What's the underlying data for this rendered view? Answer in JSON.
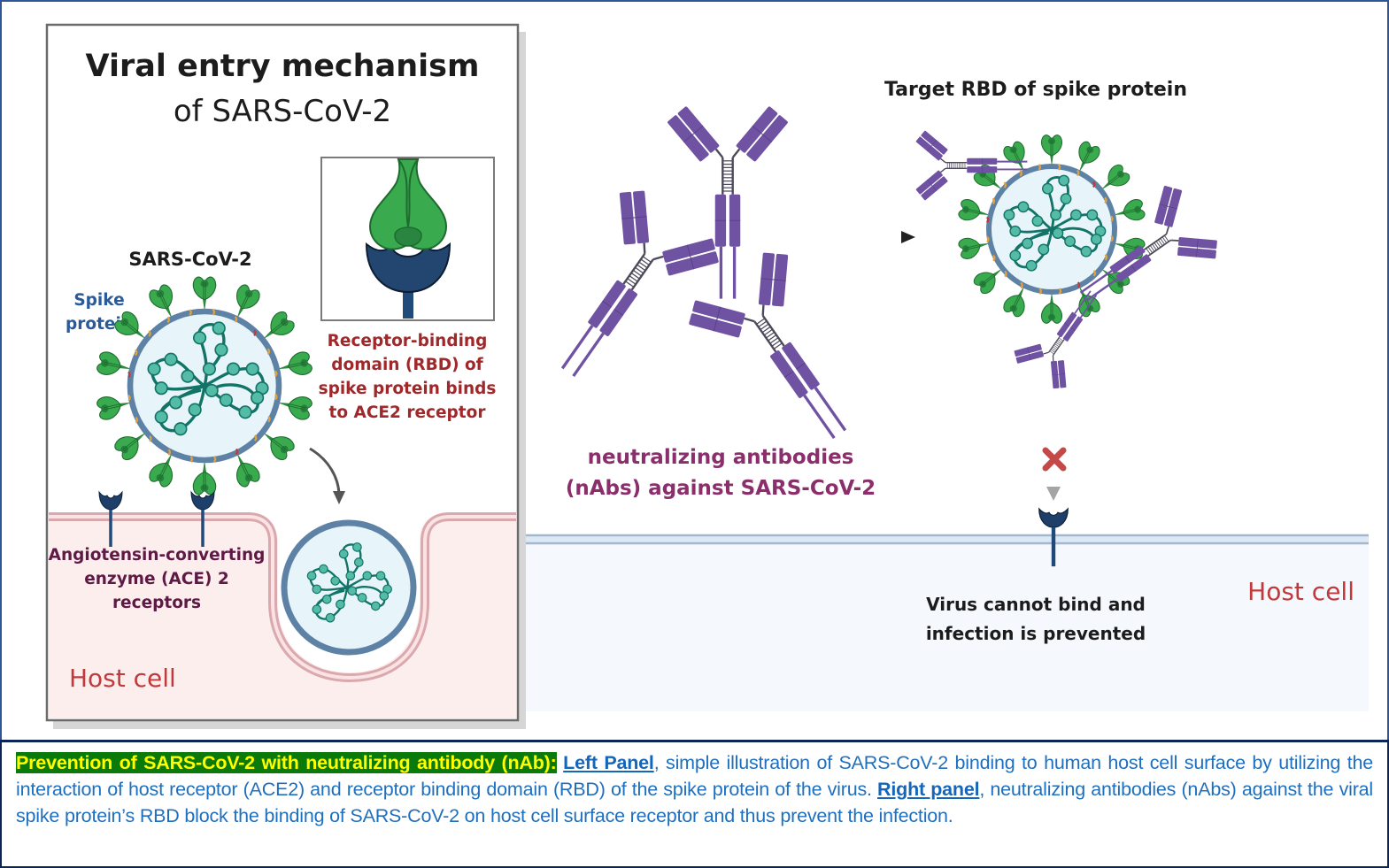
{
  "left_panel": {
    "title_bold": "Viral entry mechanism",
    "title_regular": "of SARS-CoV-2",
    "virus_label": "SARS-CoV-2",
    "spike_label_line1": "Spike",
    "spike_label_line2": "protein",
    "rbd_label_lines": [
      "Receptor-binding",
      "domain (RBD) of",
      "spike protein binds",
      "to ACE2 receptor"
    ],
    "ace2_label_lines": [
      "Angiotensin-converting",
      "enzyme (ACE) 2",
      "receptors"
    ],
    "host_cell_label": "Host cell"
  },
  "right_panel": {
    "target_title": "Target RBD of spike protein",
    "nabs_label_line1": "neutralizing antibodies",
    "nabs_label_line2": "(nAbs) against SARS-CoV-2",
    "blocked_label_line1": "Virus cannot bind and",
    "blocked_label_line2": "infection is prevented",
    "host_cell_label": "Host cell"
  },
  "caption": {
    "highlight": "Prevention of SARS-CoV-2 with neutralizing antibody (nAb):",
    "left_link": "Left Panel",
    "left_text": ", simple illustration of SARS-CoV-2 binding to human host cell surface by utilizing the interaction of host receptor (ACE2) and receptor binding domain (RBD) of the spike protein of the virus. ",
    "right_link": "Right panel",
    "right_text": ", neutralizing antibodies (nAbs) against the viral spike protein’s RBD block the binding of SARS-CoV-2 on host cell surface receptor and thus prevent the infection."
  },
  "colors": {
    "frame_border": "#2f5597",
    "caption_border": "#0b2559",
    "caption_text": "#1f6fbf",
    "highlight_bg": "#0a7a0a",
    "highlight_text": "#ffff00",
    "spike_green": "#3aaa4e",
    "spike_dark_green": "#24803a",
    "antibody_purple": "#7052a3",
    "receptor_navy": "#1f3f6b",
    "rna_teal": "#127366",
    "rna_bead": "#54bba7",
    "envelope": "#5d82a5",
    "virus_fill": "#e7f5fa",
    "host_pink": "#fdf0f0",
    "membrane_pink": "#d9a9ad",
    "host_blue": "#f5f9fd",
    "label_red": "#a0282a",
    "label_maroon": "#5e1a45",
    "label_magenta": "#8a2f6c",
    "block_x": "#c44a4a"
  }
}
